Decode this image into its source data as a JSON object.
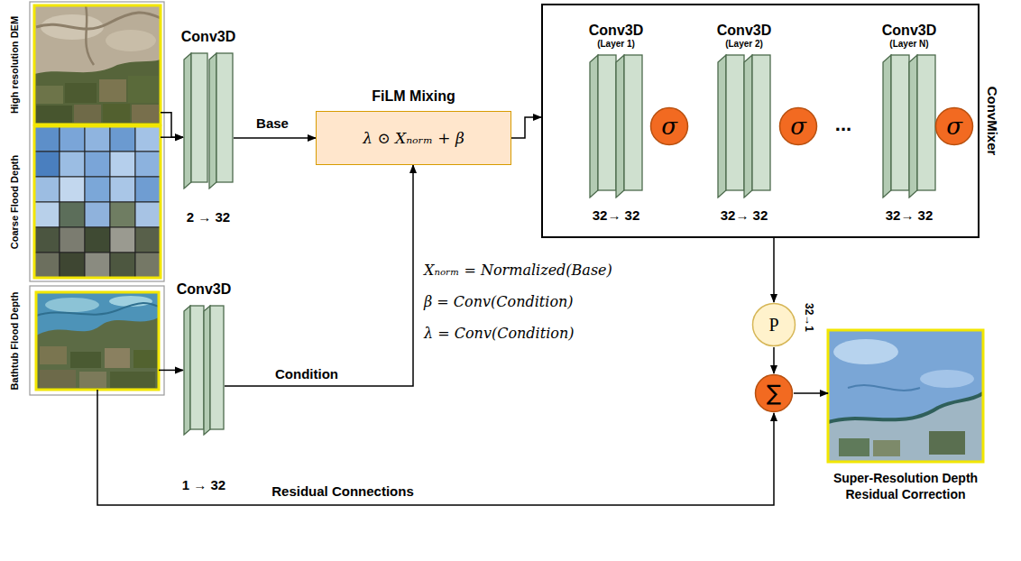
{
  "diagram": {
    "nodes": [
      {
        "text": [
          "High resolution DEM"
        ]
      },
      {
        "text": [
          "Coarse Flood Depth"
        ]
      },
      {
        "text": [
          "Conv3D",
          "2 → 32"
        ]
      },
      {
        "text": [
          "FiLM Mixing",
          "λ ⊙ Xₙₒᵣₘ + β"
        ]
      },
      {
        "text": [
          "Bathtub Flood Depth"
        ]
      },
      {
        "text": [
          "Conv3D",
          "1 → 32"
        ]
      },
      {
        "text": [
          "ConvMixer"
        ]
      },
      {
        "text": [
          "Conv3D",
          "(Layer 1)",
          "32→ 32"
        ],
        "in": 6
      },
      {
        "text": [
          "σ"
        ],
        "in": 6
      },
      {
        "text": [
          "Conv3D",
          "(Layer 2)",
          "32→ 32"
        ],
        "in": 6
      },
      {
        "text": [
          "σ"
        ],
        "in": 6
      },
      {
        "text": [
          "Conv3D",
          "(Layer N)",
          "32→ 32"
        ],
        "in": 6
      },
      {
        "text": [
          "σ"
        ],
        "in": 6
      },
      {
        "text": [
          "P"
        ]
      },
      {
        "text": [
          "∑"
        ]
      },
      {
        "text": [
          "Super-Resolution Depth Residual Correction"
        ]
      }
    ],
    "edges": [
      {
        "from": 0,
        "to": 2,
        "arrow": "to"
      },
      {
        "from": 1,
        "to": 2,
        "arrow": "to"
      },
      {
        "from": 2,
        "to": 3,
        "label": "Base",
        "arrow": "to"
      },
      {
        "from": 4,
        "to": 5,
        "arrow": "to"
      },
      {
        "from": 5,
        "to": 3,
        "label": "Condition",
        "arrow": "to"
      },
      {
        "from": 3,
        "to": 6,
        "arrow": "to"
      },
      {
        "from": 6,
        "to": 13,
        "arrow": "to"
      },
      {
        "from": 13,
        "to": 14,
        "arrow": "to"
      },
      {
        "from": 4,
        "to": 14,
        "label": "Residual Connections",
        "arrow": "to"
      },
      {
        "from": 14,
        "to": 15,
        "arrow": "to"
      }
    ],
    "labels": [
      "Xₙₒᵣₘ = Normalized(Base)",
      "β = Conv(Condition)",
      "λ = Conv(Condition)",
      "...",
      "32→1"
    ]
  }
}
